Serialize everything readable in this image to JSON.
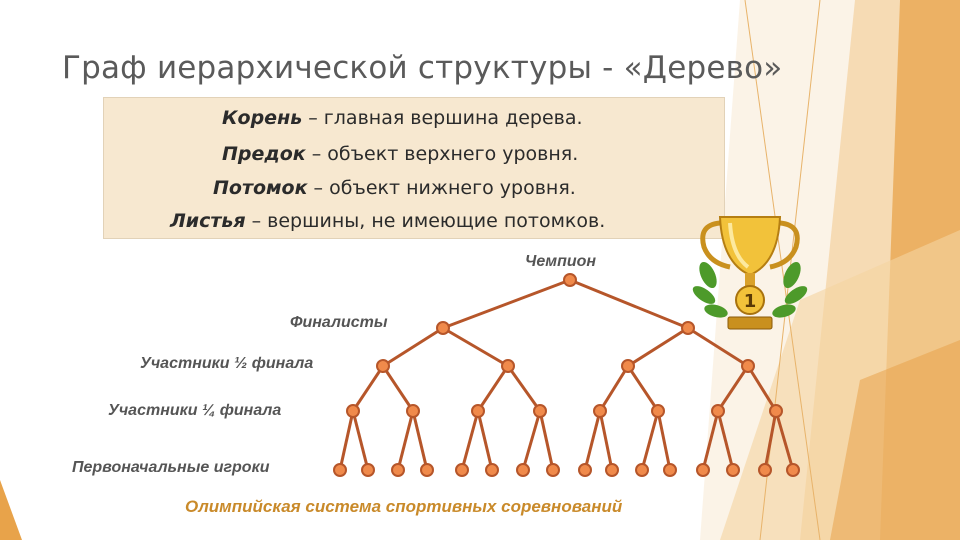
{
  "title": "Граф иерархической структуры -  «Дерево»",
  "definitions": [
    {
      "term": "Корень",
      "text": " – главная вершина дерева."
    },
    {
      "term": "Предок",
      "text": " – объект верхнего уровня."
    },
    {
      "term": "Потомок",
      "text": " – объект нижнего уровня."
    },
    {
      "term": "Листья",
      "text": " – вершины, не имеющие потомков."
    }
  ],
  "tree_levels": {
    "champion": "Чемпион",
    "finalists": "Финалисты",
    "semifinal": "Участники ½ финала",
    "quarterfinal": "Участники ¼ финала",
    "initial": "Первоначальные игроки"
  },
  "caption": "Олимпийская система спортивных соревнований",
  "trophy_badge": "1",
  "colors": {
    "accent": "#e8a34a",
    "tree_line": "#b6562a",
    "node_fill": "#f08a4b",
    "caption": "#c98a2a",
    "definitions_bg": "#f7e8d0"
  }
}
